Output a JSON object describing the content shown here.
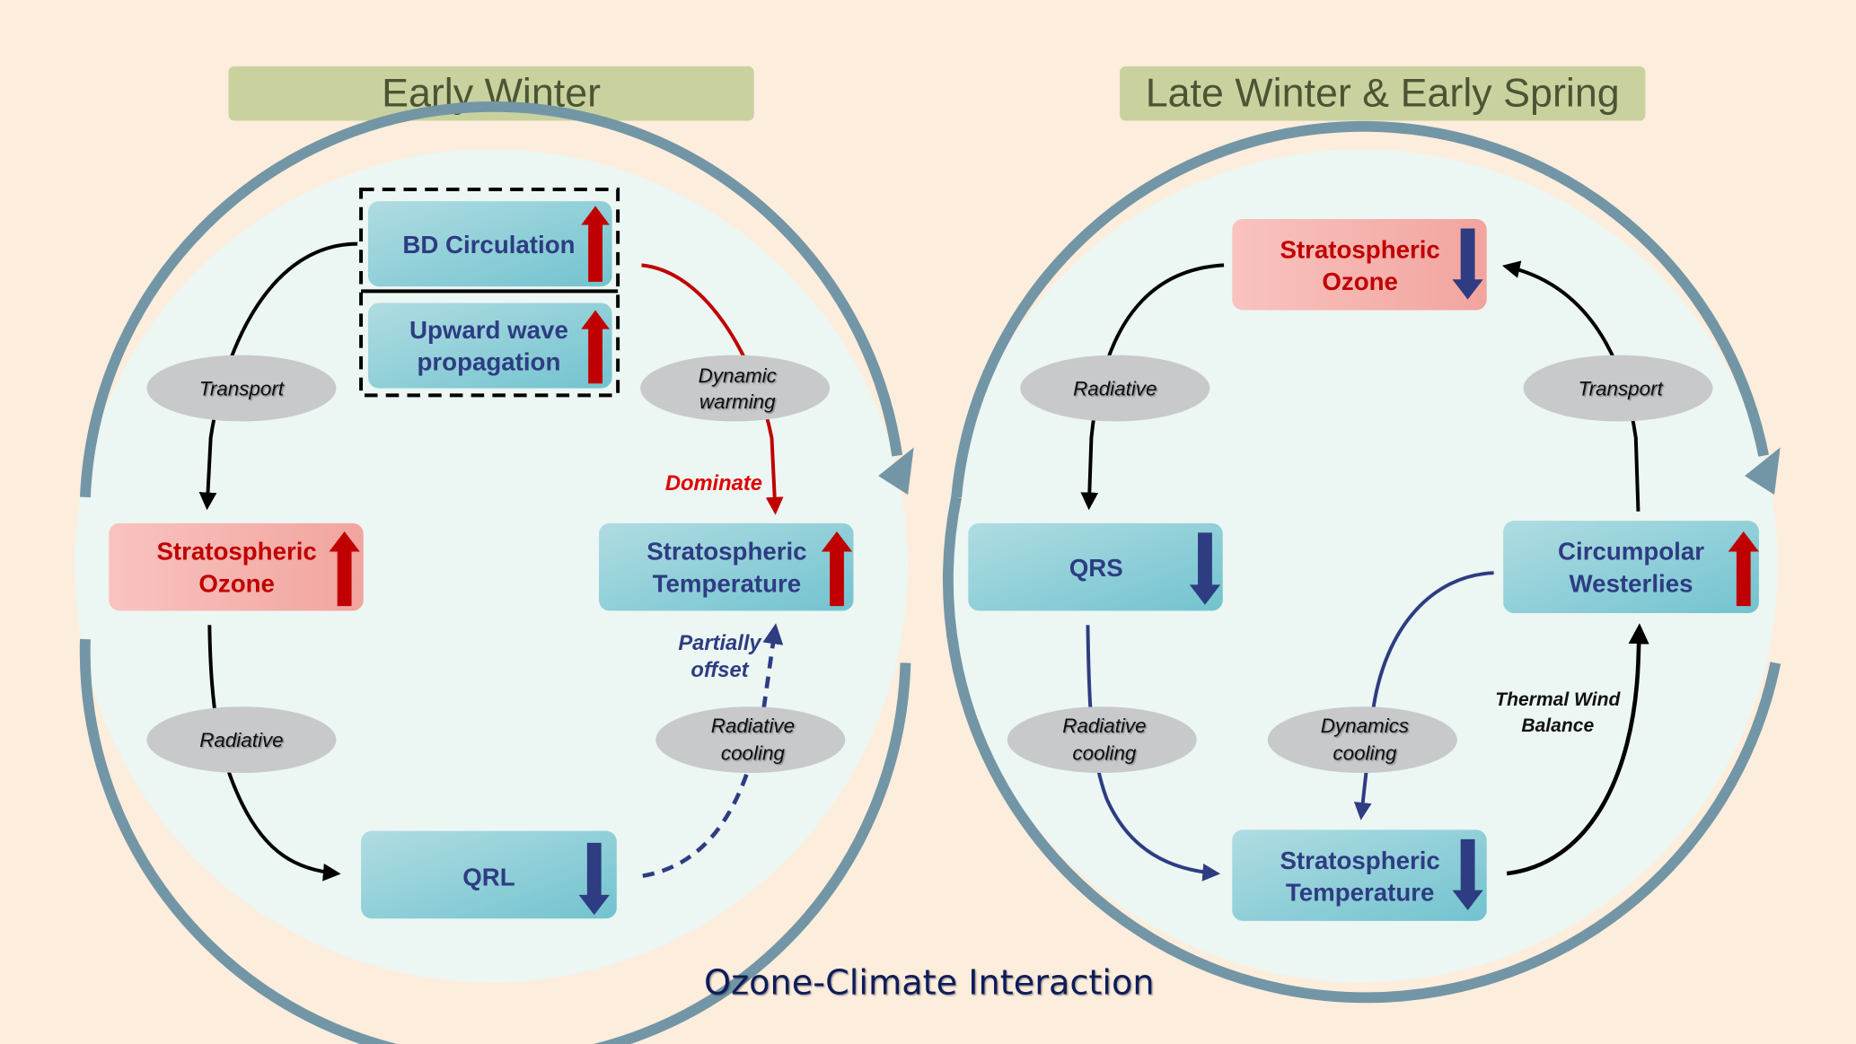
{
  "title": "Ozone-Climate Interaction",
  "colors": {
    "background": "#fdeddc",
    "panel_header": "#c9d29f",
    "circle_fill": "#ecf6f2",
    "circle_ring": "#7396a6",
    "blue_box": "#8fcfd8",
    "red_box": "#f5b5b0",
    "increase_arrow": "#c00000",
    "decrease_arrow": "#2e3c82",
    "oval": "#c8c9cb"
  },
  "panels": [
    {
      "header": "Early Winter",
      "boxes": [
        {
          "id": "bd",
          "lines": [
            "BD Circulation"
          ],
          "trend": "up",
          "style": "blue"
        },
        {
          "id": "wave",
          "lines": [
            "Upward wave",
            "propagation"
          ],
          "trend": "up",
          "style": "blue"
        },
        {
          "id": "ozone",
          "lines": [
            "Stratospheric",
            "Ozone"
          ],
          "trend": "up",
          "style": "red"
        },
        {
          "id": "temp",
          "lines": [
            "Stratospheric",
            "Temperature"
          ],
          "trend": "up",
          "style": "blue"
        },
        {
          "id": "qrl",
          "lines": [
            "QRL"
          ],
          "trend": "down",
          "style": "blue"
        }
      ],
      "ovals": [
        {
          "lines": [
            "Transport"
          ]
        },
        {
          "lines": [
            "Dynamic",
            "warming"
          ]
        },
        {
          "lines": [
            "Radiative"
          ]
        },
        {
          "lines": [
            "Radiative",
            "cooling"
          ]
        }
      ],
      "notes": [
        {
          "lines": [
            "Dominate"
          ],
          "color": "red"
        },
        {
          "lines": [
            "Partially",
            "offset"
          ],
          "color": "blue"
        }
      ]
    },
    {
      "header": "Late Winter & Early Spring",
      "boxes": [
        {
          "id": "ozone",
          "lines": [
            "Stratospheric",
            "Ozone"
          ],
          "trend": "down",
          "style": "red"
        },
        {
          "id": "qrs",
          "lines": [
            "QRS"
          ],
          "trend": "down",
          "style": "blue"
        },
        {
          "id": "westerlies",
          "lines": [
            "Circumpolar",
            "Westerlies"
          ],
          "trend": "up",
          "style": "blue"
        },
        {
          "id": "temp",
          "lines": [
            "Stratospheric",
            "Temperature"
          ],
          "trend": "down",
          "style": "blue"
        }
      ],
      "ovals": [
        {
          "lines": [
            "Radiative"
          ]
        },
        {
          "lines": [
            "Transport"
          ]
        },
        {
          "lines": [
            "Radiative",
            "cooling"
          ]
        },
        {
          "lines": [
            "Dynamics",
            "cooling"
          ]
        }
      ],
      "notes": [
        {
          "lines": [
            "Thermal Wind",
            "Balance"
          ],
          "color": "black"
        }
      ]
    }
  ]
}
